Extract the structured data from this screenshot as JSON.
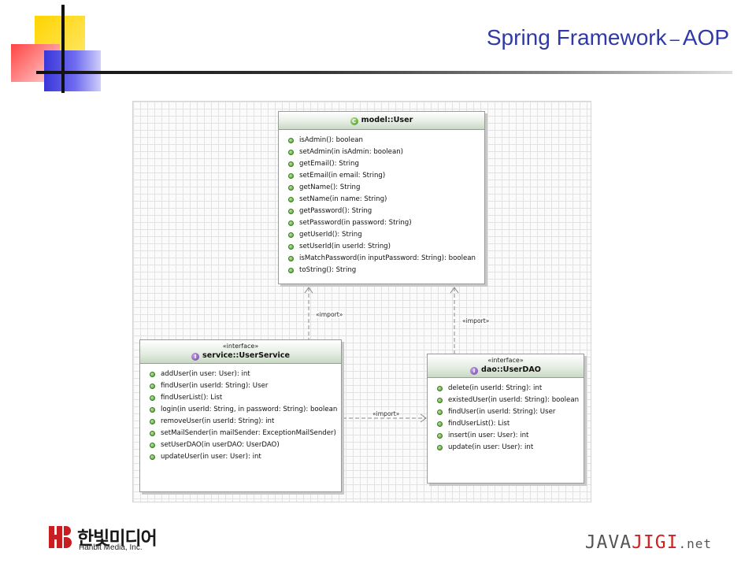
{
  "slide": {
    "title_main": "Spring Framework",
    "title_dash": "–",
    "title_topic": "AOP"
  },
  "diagram": {
    "user_class": {
      "name": "model::User",
      "badge": "C",
      "methods": [
        "isAdmin(): boolean",
        "setAdmin(in isAdmin: boolean)",
        "getEmail(): String",
        "setEmail(in email: String)",
        "getName(): String",
        "setName(in name: String)",
        "getPassword(): String",
        "setPassword(in password: String)",
        "getUserId(): String",
        "setUserId(in userId: String)",
        "isMatchPassword(in inputPassword: String): boolean",
        "toString(): String"
      ]
    },
    "user_service": {
      "stereotype": "«interface»",
      "name": "service::UserService",
      "badge": "I",
      "methods": [
        "addUser(in user: User): int",
        "findUser(in userId: String): User",
        "findUserList(): List",
        "login(in userId: String, in password: String): boolean",
        "removeUser(in userId: String): int",
        "setMailSender(in mailSender: ExceptionMailSender)",
        "setUserDAO(in userDAO: UserDAO)",
        "updateUser(in user: User): int"
      ]
    },
    "user_dao": {
      "stereotype": "«interface»",
      "name": "dao::UserDAO",
      "badge": "I",
      "methods": [
        "delete(in userId: String): int",
        "existedUser(in userId: String): boolean",
        "findUser(in userId: String): User",
        "findUserList(): List",
        "insert(in user: User): int",
        "update(in user: User): int"
      ]
    },
    "relations": {
      "service_to_user": "«import»",
      "dao_to_user": "«import»",
      "service_to_dao": "«import»"
    }
  },
  "footer": {
    "publisher_name": "한빛미디어",
    "publisher_sub": "Hanbit Media, Inc.",
    "site_java": "JAVA",
    "site_jigi": "JIGI",
    "site_net": ".net"
  },
  "colors": {
    "title": "#2f3aa6",
    "publisher_red": "#c81e22",
    "jigi_red": "#d12020"
  }
}
